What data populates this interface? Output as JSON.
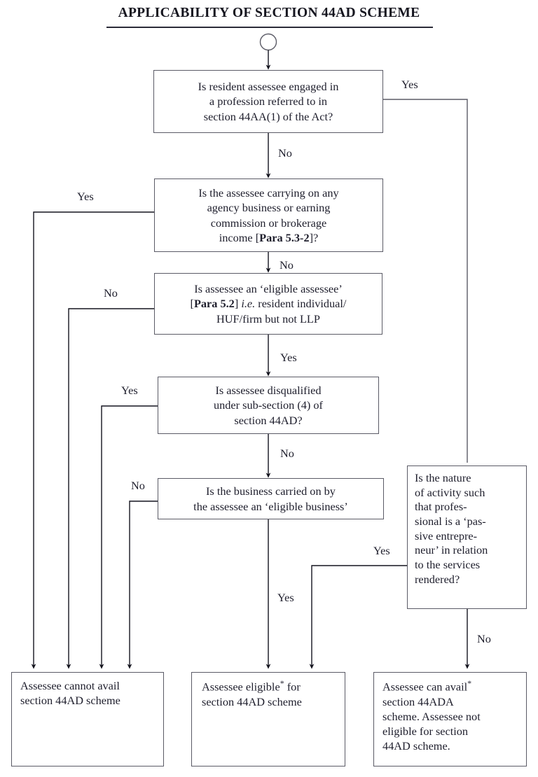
{
  "title": {
    "text": "APPLICABILITY OF SECTION 44AD SCHEME"
  },
  "chart_data": {
    "type": "diagram",
    "title": "APPLICABILITY OF SECTION 44AD SCHEME",
    "diagram_kind": "decision-flowchart",
    "start_node": "start-circle",
    "nodes": [
      {
        "id": "d1",
        "kind": "decision",
        "text": "Is resident assessee engaged in a profession referred to in section 44AA(1) of the Act?"
      },
      {
        "id": "d2",
        "kind": "decision",
        "text": "Is the assessee carrying on any agency business or earning commission or brokerage income [Para 5.3-2]?"
      },
      {
        "id": "d3",
        "kind": "decision",
        "text": "Is assessee an 'eligible assessee' [Para 5.2] i.e. resident individual/HUF/firm but not LLP"
      },
      {
        "id": "d4",
        "kind": "decision",
        "text": "Is assessee disqualified under sub-section (4) of section 44AD?"
      },
      {
        "id": "d5",
        "kind": "decision",
        "text": "Is the business carried on by the assessee an 'eligible business'"
      },
      {
        "id": "d6",
        "kind": "decision",
        "text": "Is the nature of activity such that professional is a 'passive entrepreneur' in relation to the services rendered?"
      },
      {
        "id": "t1",
        "kind": "terminal",
        "text": "Assessee cannot avail section 44AD scheme"
      },
      {
        "id": "t2",
        "kind": "terminal",
        "text": "Assessee eligible* for section 44AD scheme"
      },
      {
        "id": "t3",
        "kind": "terminal",
        "text": "Assessee can avail* section 44ADA scheme. Assessee not eligible for section 44AD scheme."
      }
    ],
    "edges": [
      {
        "from": "start-circle",
        "to": "d1",
        "label": ""
      },
      {
        "from": "d1",
        "to": "d6",
        "label": "Yes"
      },
      {
        "from": "d1",
        "to": "d2",
        "label": "No"
      },
      {
        "from": "d2",
        "to": "t1",
        "label": "Yes"
      },
      {
        "from": "d2",
        "to": "d3",
        "label": "No"
      },
      {
        "from": "d3",
        "to": "t1",
        "label": "No"
      },
      {
        "from": "d3",
        "to": "d4",
        "label": "Yes"
      },
      {
        "from": "d4",
        "to": "t1",
        "label": "Yes"
      },
      {
        "from": "d4",
        "to": "d5",
        "label": "No"
      },
      {
        "from": "d5",
        "to": "t1",
        "label": "No"
      },
      {
        "from": "d5",
        "to": "t2",
        "label": "Yes"
      },
      {
        "from": "d6",
        "to": "t2",
        "label": "Yes"
      },
      {
        "from": "d6",
        "to": "t3",
        "label": "No"
      }
    ]
  },
  "boxes": {
    "d1": {
      "line1": "Is resident assessee engaged in",
      "line2": "a profession referred to in",
      "line3": "section 44AA(1) of the Act?"
    },
    "d2": {
      "line1": "Is the assessee carrying on any",
      "line2": "agency business or earning",
      "line3": "commission or brokerage",
      "line4a": "income [",
      "line4b": "Para 5.3-2",
      "line4c": "]?"
    },
    "d3": {
      "line1": "Is assessee an ‘eligible assessee’",
      "line2a": "[",
      "line2b": "Para 5.2",
      "line2c": "] ",
      "line2d": "i.e.",
      "line2e": " resident individual/",
      "line3": "HUF/firm but not LLP"
    },
    "d4": {
      "line1": "Is assessee disqualified",
      "line2": "under sub-section (4) of",
      "line3": "section 44AD?"
    },
    "d5": {
      "line1": "Is the business carried on by",
      "line2": "the assessee an ‘eligible business’"
    },
    "d6": {
      "line1": "Is  the  nature",
      "line2": "of activity such",
      "line3": "that    profes-",
      "line4": "sional is a ‘pas-",
      "line5": "sive  entrepre-",
      "line6": "neur’ in relation",
      "line7": "to  the  services",
      "line8": "rendered?"
    },
    "t1": {
      "line1": "Assessee cannot avail",
      "line2": "section 44AD scheme"
    },
    "t2": {
      "line1a": "Assessee eligible",
      "line1b": "*",
      "line1c": " for",
      "line2": "section 44AD scheme"
    },
    "t3": {
      "line1a": "Assessee  can  avail",
      "line1b": "*",
      "line2": "section 44ADA",
      "line3": "scheme. Assessee not",
      "line4": "eligible  for  section",
      "line5": "44AD scheme."
    }
  },
  "edge_labels": {
    "d1_yes": "Yes",
    "d1_no": "No",
    "d2_yes": "Yes",
    "d2_no": "No",
    "d3_no": "No",
    "d3_yes": "Yes",
    "d4_yes": "Yes",
    "d4_no": "No",
    "d5_no": "No",
    "d5_yes": "Yes",
    "d6_yes": "Yes",
    "d6_no": "No"
  },
  "colors": {
    "stroke": "#5b5b66",
    "text": "#1e1e2c",
    "background": "#ffffff"
  }
}
